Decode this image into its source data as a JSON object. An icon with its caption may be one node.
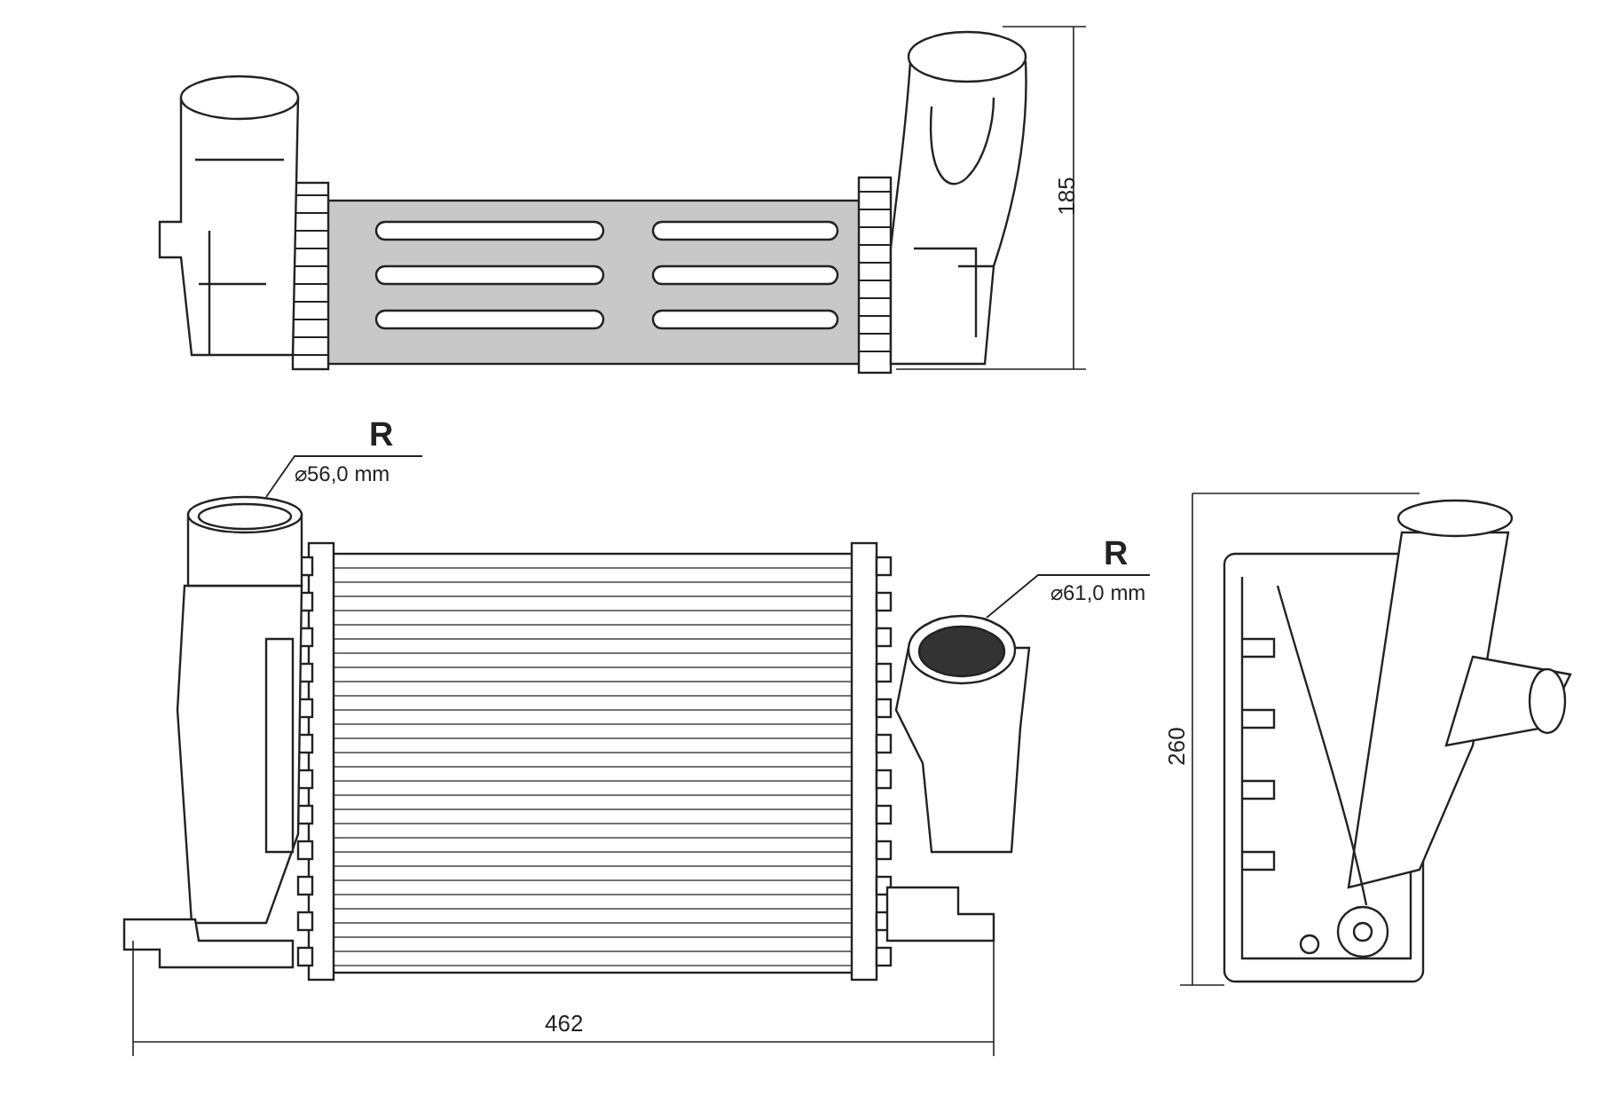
{
  "diagram": {
    "nodes": [
      {
        "text": [
          "⌀56,0 mm"
        ]
      },
      {
        "text": [],
        "shape": "cylinder"
      },
      {
        "text": [
          "⌀61,0 mm"
        ]
      },
      {
        "text": [],
        "shape": "cylinder"
      }
    ],
    "edges": [
      {
        "from": 0,
        "to": 1,
        "arrow": "none"
      },
      {
        "from": 2,
        "to": 3,
        "arrow": "none"
      }
    ],
    "labels": [
      "185",
      "R",
      "R",
      "260",
      "462"
    ]
  }
}
